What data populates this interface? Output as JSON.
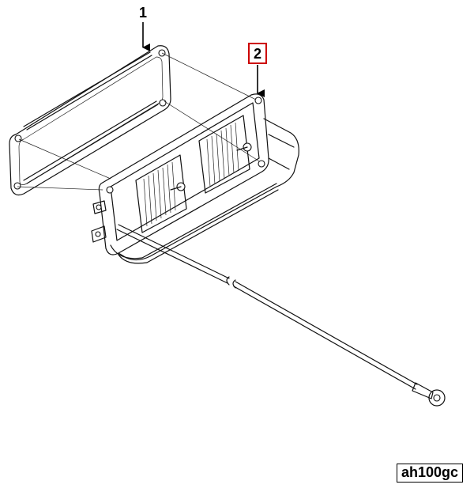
{
  "callouts": [
    {
      "id": "1",
      "label": "1",
      "highlighted": false
    },
    {
      "id": "2",
      "label": "2",
      "highlighted": true,
      "highlight_color": "#cc0000"
    }
  ],
  "reference_code": "ah100gc",
  "colors": {
    "line": "#111111",
    "highlight": "#cc0000",
    "background": "#ffffff"
  }
}
